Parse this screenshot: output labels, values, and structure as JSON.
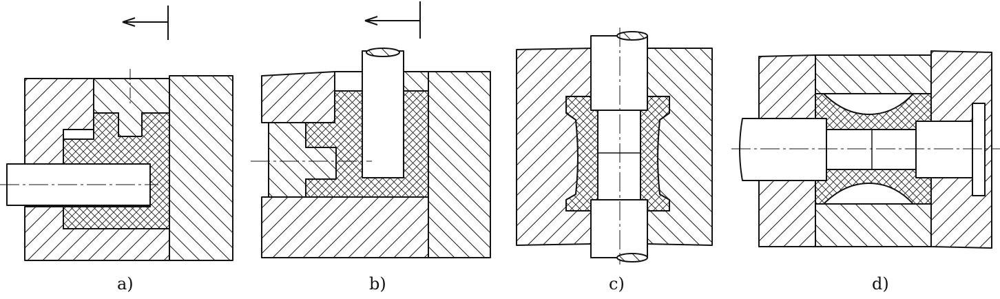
{
  "figure": {
    "labels": [
      "a)",
      "b)",
      "c)",
      "d)"
    ]
  },
  "colors": {
    "ink": "#111111",
    "paper": "#ffffff"
  }
}
